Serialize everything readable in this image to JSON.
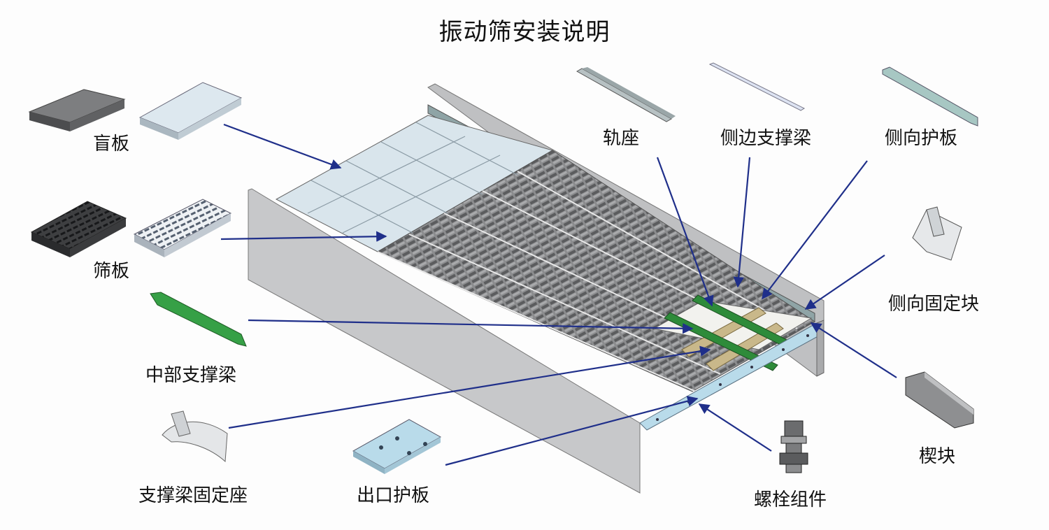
{
  "title": "振动筛安装说明",
  "labels": {
    "blind_plate": "盲板",
    "screen_plate": "筛板",
    "middle_beam": "中部支撑梁",
    "beam_seat": "支撑梁固定座",
    "outlet_plate": "出口护板",
    "rail_seat": "轨座",
    "side_beam": "侧边支撑梁",
    "side_guard": "侧向护板",
    "side_block": "侧向固定块",
    "wedge": "楔块",
    "bolt": "螺栓组件"
  },
  "colors": {
    "leader_line": "#1f2f8a",
    "frame_gray": "#b9babc",
    "panel_light": "#e6eef3",
    "beam_green": "#2e8b3a",
    "outlet_blue": "#b9dbea"
  }
}
